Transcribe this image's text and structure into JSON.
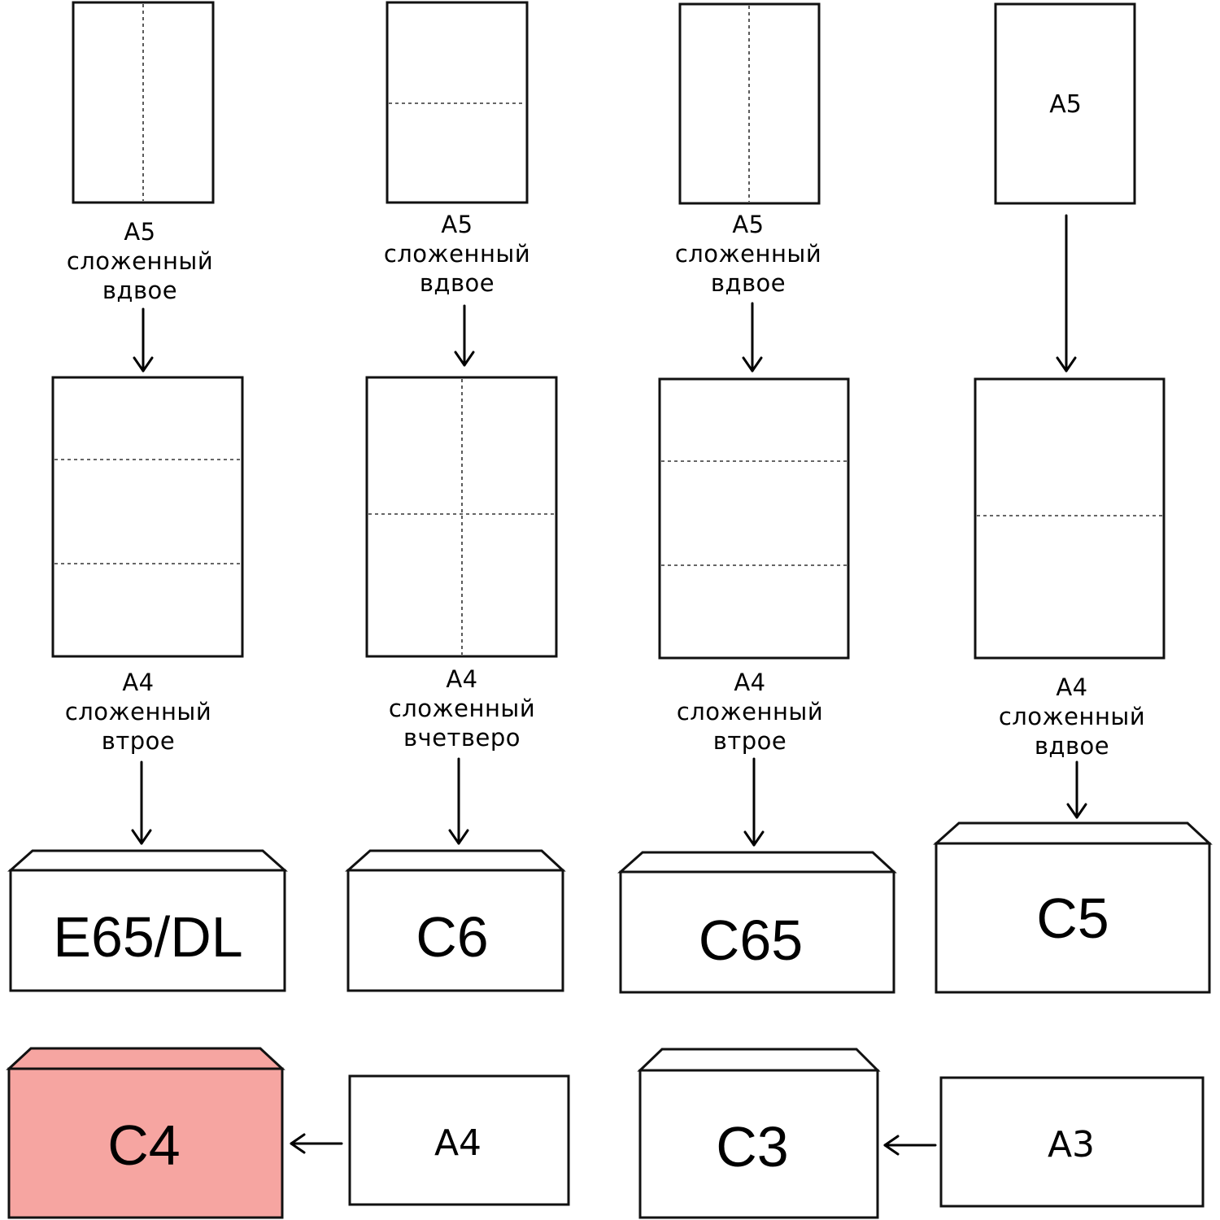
{
  "sources": {
    "a5": {
      "size": "A5"
    },
    "a4": {
      "size": "A4"
    },
    "a3": {
      "size": "A3"
    }
  },
  "columns": [
    {
      "top_caption": {
        "size": "A5",
        "line1": "сложенный",
        "line2": "вдвое"
      },
      "mid_caption": {
        "size": "A4",
        "line1": "сложенный",
        "line2": "втрое"
      },
      "envelope": "E65/DL"
    },
    {
      "top_caption": {
        "size": "A5",
        "line1": "сложенный",
        "line2": "вдвое"
      },
      "mid_caption": {
        "size": "A4",
        "line1": "сложенный",
        "line2": "вчетверо"
      },
      "envelope": "C6"
    },
    {
      "top_caption": {
        "size": "A5",
        "line1": "сложенный",
        "line2": "вдвое"
      },
      "mid_caption": {
        "size": "A4",
        "line1": "сложенный",
        "line2": "втрое"
      },
      "envelope": "C65"
    },
    {
      "top_label": "A5",
      "mid_caption": {
        "size": "A4",
        "line1": "сложенный",
        "line2": "вдвое"
      },
      "envelope": "C5"
    }
  ],
  "bottom_row": [
    {
      "envelope": "C4",
      "sheet": "A4",
      "highlight": true
    },
    {
      "envelope": "C3",
      "sheet": "A3",
      "highlight": false
    }
  ],
  "colors": {
    "highlight_fill": "#f6a5a1",
    "line": "#111111",
    "background": "#ffffff"
  }
}
